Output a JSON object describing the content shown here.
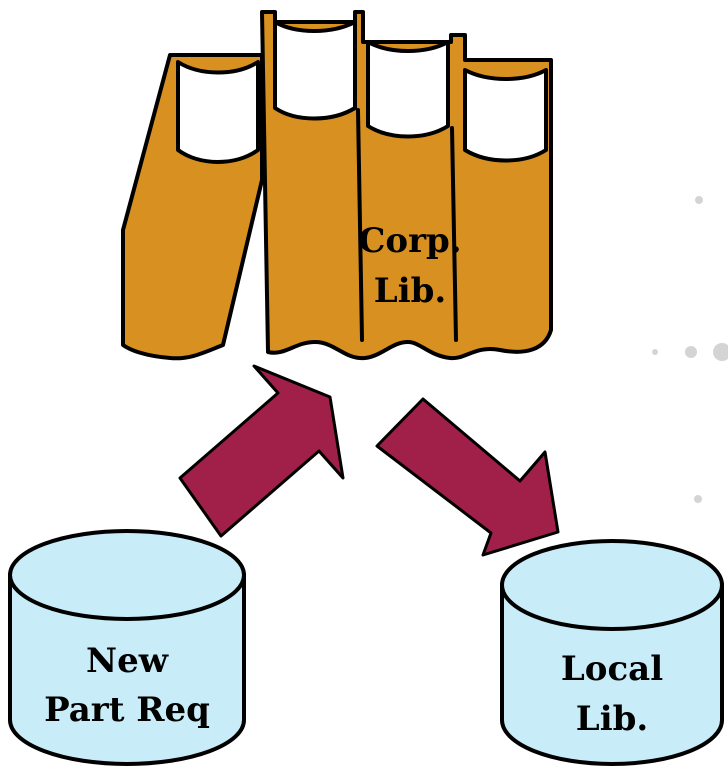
{
  "diagram": {
    "corporate_library": {
      "line1": "Corp.",
      "line2": "Lib."
    },
    "new_part_request": {
      "line1": "New",
      "line2": "Part Req"
    },
    "local_library": {
      "line1": "Local",
      "line2": "Lib."
    }
  },
  "colors": {
    "book_fill": "#d89020",
    "cylinder_fill": "#c8ecf8",
    "arrow_fill": "#a0204a",
    "dots": "#d4d4d4",
    "outline": "#000000"
  }
}
